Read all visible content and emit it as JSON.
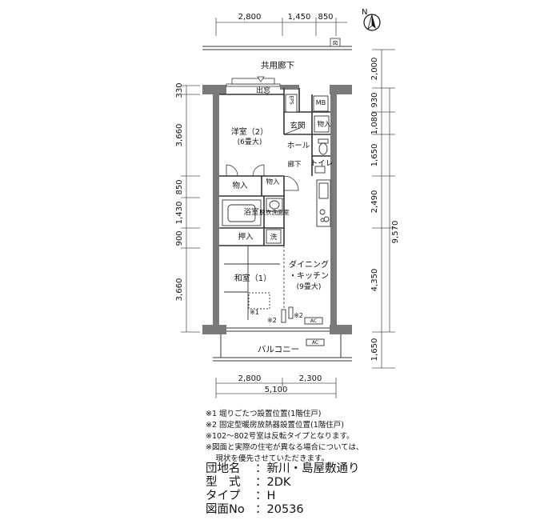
{
  "dimensions": {
    "top": [
      "2,800",
      "1,450",
      "850"
    ],
    "bottom": [
      "2,800",
      "2,300"
    ],
    "bottom_total": "5,100",
    "left": [
      "330",
      "3,660",
      "850",
      "1,430",
      "900",
      "3,660"
    ],
    "right": [
      "2,000",
      "930",
      "1,080",
      "1,650",
      "2,490",
      "4,350",
      "1,650"
    ],
    "right_total": "9,570"
  },
  "compass": {
    "label": "N"
  },
  "rooms": {
    "corridor": "共用廊下",
    "window": "出窓",
    "eps": "EPS",
    "mb": "MB",
    "western": "洋室（2）",
    "western_size": "(6畳大)",
    "entrance": "玄関",
    "storage_entrance": "物入",
    "hall": "ホール",
    "hallway": "廊下",
    "toilet": "トイレ",
    "storage1": "物入",
    "storage2": "物入",
    "bath": "浴室",
    "dressing": "脱衣洗面室",
    "closet": "押入",
    "washer": "洗",
    "japanese": "和室（1）",
    "dining": "ダイニング",
    "kitchen": "・キッチン",
    "dining_size": "(9畳大)",
    "note_mark1": "※1",
    "note_mark2a": "※2",
    "note_mark2b": "※2",
    "ac1": "AC",
    "ac2": "AC",
    "balcony": "バルコニー"
  },
  "notes": [
    "※1 堀りごたつ設置位置(1階住戸)",
    "※2 固定型暖房放熱器設置位置(1階住戸)",
    "※102～802号室は反転タイプとなります。",
    "※図面と実際の住宅が異なる場合については、",
    "　 現状を優先させていただきます。"
  ],
  "info": [
    {
      "label": "団地名",
      "value": "新川・島屋敷通り"
    },
    {
      "label": "型　式",
      "value": "2DK"
    },
    {
      "label": "タイプ",
      "value": "H"
    },
    {
      "label": "図面No",
      "value": "20536"
    }
  ]
}
